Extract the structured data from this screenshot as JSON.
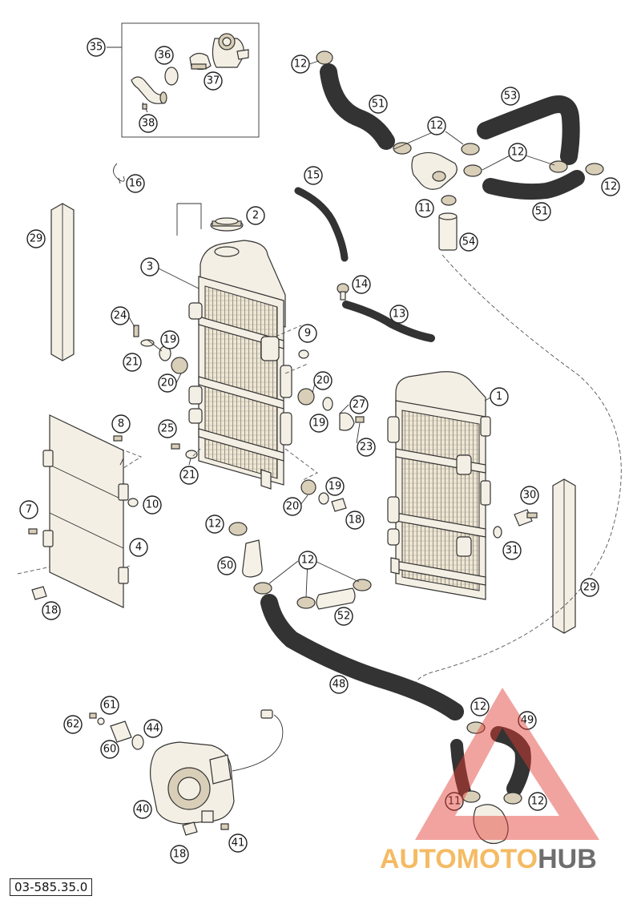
{
  "diagram_code": "03-585.35.0",
  "watermark": {
    "prefix": "AUTO",
    "middle": "MOTO",
    "suffix": "HUB",
    "colors": {
      "prefix": "#f3b04a",
      "middle": "#f3b04a",
      "suffix": "#555555",
      "triangle": "#e23a33"
    }
  },
  "callouts": [
    {
      "id": "c-35a",
      "label": "35"
    },
    {
      "id": "c-36",
      "label": "36"
    },
    {
      "id": "c-37",
      "label": "37"
    },
    {
      "id": "c-38",
      "label": "38"
    },
    {
      "id": "c-12a",
      "label": "12"
    },
    {
      "id": "c-51a",
      "label": "51"
    },
    {
      "id": "c-53",
      "label": "53"
    },
    {
      "id": "c-12b",
      "label": "12"
    },
    {
      "id": "c-12c",
      "label": "12"
    },
    {
      "id": "c-12d",
      "label": "12"
    },
    {
      "id": "c-11a",
      "label": "11"
    },
    {
      "id": "c-51b",
      "label": "51"
    },
    {
      "id": "c-54",
      "label": "54"
    },
    {
      "id": "c-16",
      "label": "16"
    },
    {
      "id": "c-15",
      "label": "15"
    },
    {
      "id": "c-2",
      "label": "2"
    },
    {
      "id": "c-29a",
      "label": "29"
    },
    {
      "id": "c-3",
      "label": "3"
    },
    {
      "id": "c-14",
      "label": "14"
    },
    {
      "id": "c-13",
      "label": "13"
    },
    {
      "id": "c-24",
      "label": "24"
    },
    {
      "id": "c-19a",
      "label": "19"
    },
    {
      "id": "c-21a",
      "label": "21"
    },
    {
      "id": "c-20a",
      "label": "20"
    },
    {
      "id": "c-9",
      "label": "9"
    },
    {
      "id": "c-20b",
      "label": "20"
    },
    {
      "id": "c-1",
      "label": "1"
    },
    {
      "id": "c-27",
      "label": "27"
    },
    {
      "id": "c-19b",
      "label": "19"
    },
    {
      "id": "c-23",
      "label": "23"
    },
    {
      "id": "c-8",
      "label": "8"
    },
    {
      "id": "c-25",
      "label": "25"
    },
    {
      "id": "c-21b",
      "label": "21"
    },
    {
      "id": "c-20c",
      "label": "20"
    },
    {
      "id": "c-19c",
      "label": "19"
    },
    {
      "id": "c-18a",
      "label": "18"
    },
    {
      "id": "c-30",
      "label": "30"
    },
    {
      "id": "c-7",
      "label": "7"
    },
    {
      "id": "c-10",
      "label": "10"
    },
    {
      "id": "c-4",
      "label": "4"
    },
    {
      "id": "c-31",
      "label": "31"
    },
    {
      "id": "c-12e",
      "label": "12"
    },
    {
      "id": "c-50",
      "label": "50"
    },
    {
      "id": "c-12f",
      "label": "12"
    },
    {
      "id": "c-52",
      "label": "52"
    },
    {
      "id": "c-29b",
      "label": "29"
    },
    {
      "id": "c-18b",
      "label": "18"
    },
    {
      "id": "c-48",
      "label": "48"
    },
    {
      "id": "c-61",
      "label": "61"
    },
    {
      "id": "c-62",
      "label": "62"
    },
    {
      "id": "c-44",
      "label": "44"
    },
    {
      "id": "c-60",
      "label": "60"
    },
    {
      "id": "c-12g",
      "label": "12"
    },
    {
      "id": "c-49",
      "label": "49"
    },
    {
      "id": "c-40",
      "label": "40"
    },
    {
      "id": "c-11b",
      "label": "11"
    },
    {
      "id": "c-12h",
      "label": "12"
    },
    {
      "id": "c-18c",
      "label": "18"
    },
    {
      "id": "c-41",
      "label": "41"
    }
  ]
}
